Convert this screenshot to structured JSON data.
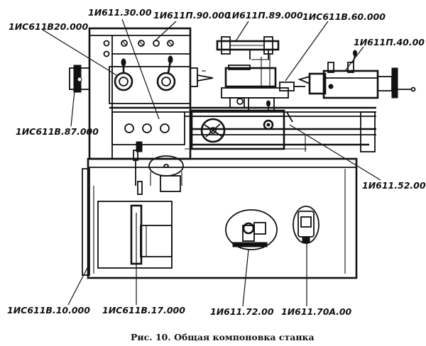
{
  "labels": {
    "l1": "1ИС611В20.000",
    "l2": "1И611.30.00",
    "l3": "1И611П.90.000",
    "l4": "1И611П.89.000",
    "l5": "1ИС611В.60.000",
    "l6": "1И611П.40.00",
    "l7": "1ИС611В.87.000",
    "l8": "1И611.52.00",
    "l9": "1ИС611В.10.000",
    "l10": "1ИС611В.17.000",
    "l11": "1И611.72.00",
    "l12": "1И611.70А.00"
  },
  "caption": "Рис. 10. Общая компоновка станка"
}
